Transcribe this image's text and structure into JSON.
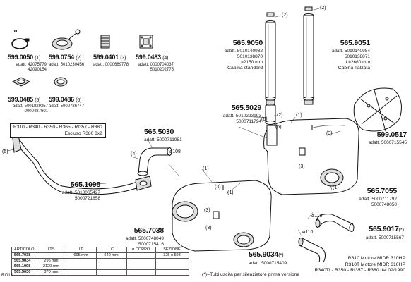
{
  "parts": {
    "p599_0050": {
      "code": "599.0050",
      "qty": "(1)",
      "ref1": "adatt. 42075779",
      "ref2": "42090154"
    },
    "p599_0754": {
      "code": "599.0754",
      "qty": "(2)",
      "ref1": "adatt. 5010230456"
    },
    "p599_0401": {
      "code": "599.0401",
      "qty": "(3)",
      "ref1": "adatt. 0000689778"
    },
    "p599_0483": {
      "code": "599.0483",
      "qty": "(4)",
      "ref1": "adatt. 0000704037",
      "ref2": "5010202775"
    },
    "p599_0485": {
      "code": "599.0485",
      "qty": "(5)",
      "ref1": "adatt. 5001829357",
      "ref2": "0000487601"
    },
    "p599_0486": {
      "code": "599.0486",
      "qty": "(6)",
      "ref1": "adatt. 5000786747"
    },
    "p565_9050": {
      "code": "565.9050",
      "ref1": "adatt. 5010140982",
      "ref2": "5010138870",
      "length": "L=2150 mm",
      "desc": "Cabina standard"
    },
    "p565_9051": {
      "code": "565.9051",
      "ref1": "adatt. 5010140984",
      "ref2": "5010138871",
      "length": "L=2660 mm",
      "desc": "Cabina rialzata"
    },
    "p565_5029": {
      "code": "565.5029",
      "ref1": "adatt. 5010223193",
      "ref2": "5000711794"
    },
    "p565_5030": {
      "code": "565.5030",
      "ref1": "adatt. 5000711981"
    },
    "p565_1098": {
      "code": "565.1098",
      "ref1": "adatt. 5010065427",
      "ref2": "5000721658"
    },
    "p599_0517": {
      "code": "599.0517",
      "ref1": "adatt. 5000715545"
    },
    "p565_7055": {
      "code": "565.7055",
      "ref1": "adatt. 5000711792",
      "ref2": "5000748050"
    },
    "p565_7038": {
      "code": "565.7038",
      "ref1": "adatt. 5000748049",
      "ref2": "5000715416"
    },
    "p565_9017": {
      "code": "565.9017",
      "star": "(*)",
      "ref1": "adatt. 5000715567"
    },
    "p565_9034": {
      "code": "565.9034",
      "star": "(*)",
      "ref1": "adatt. 5000715409"
    }
  },
  "model_box": {
    "line1": "R310 - R340 - R350 - R365 - RI357 - R380",
    "line2": "Escluso R380 8x2"
  },
  "callouts": {
    "n1": "(1)",
    "n2": "(2)",
    "n3": "(3)",
    "n4": "(4)",
    "n5": "(5)",
    "n6": "(6)",
    "d108": "ø108",
    "d110": "ø110"
  },
  "spec_table": {
    "headers": [
      "ARTICOLO",
      "LTS",
      "LT",
      "LC",
      "ø CORPO",
      "SEZIONE"
    ],
    "rows": [
      [
        "565.7038",
        "",
        "695 mm",
        "640 mm",
        "",
        "325 x 598"
      ],
      [
        "565.9034",
        "295 mm",
        "",
        "",
        "",
        ""
      ],
      [
        "565.1098",
        "2120 mm",
        "",
        "",
        "",
        ""
      ],
      [
        "565.5030",
        "370 mm",
        "",
        "",
        "",
        ""
      ]
    ]
  },
  "footnote": "(*)=Tubi uscita per silenziatore prima versione",
  "engine_notes": [
    "R310 Motore MIDR 310HP",
    "R310T Motore MIDR 310HP",
    "R340TI - R350 - RI357 - R380 dal 02/1990"
  ],
  "page_code": "RI013"
}
